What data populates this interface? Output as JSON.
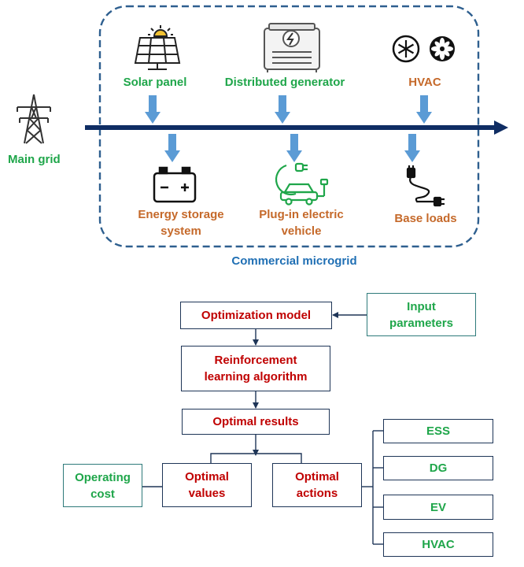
{
  "microgrid": {
    "title": "Commercial microgrid",
    "main_grid": "Main grid",
    "sources": {
      "solar": "Solar panel",
      "dg": "Distributed generator",
      "hvac": "HVAC"
    },
    "loads": {
      "ess": [
        "Energy storage",
        "system"
      ],
      "pev": [
        "Plug-in electric",
        "vehicle"
      ],
      "base": "Base loads"
    }
  },
  "flow": {
    "optimization_model": "Optimization model",
    "input_parameters": [
      "Input",
      "parameters"
    ],
    "rl_algorithm": [
      "Reinforcement",
      "learning algorithm"
    ],
    "optimal_results": "Optimal results",
    "optimal_values": [
      "Optimal",
      "values"
    ],
    "optimal_actions": [
      "Optimal",
      "actions"
    ],
    "operating_cost": [
      "Operating",
      "cost"
    ],
    "actions": [
      "ESS",
      "DG",
      "EV",
      "HVAC"
    ]
  },
  "colors": {
    "bus": "#0f2d63",
    "arrow": "#5b9bd5",
    "dashed_border": "#2e5f8f",
    "source_text": "#1fa64a",
    "load_text": "#c5692a",
    "box_text_red": "#c00000"
  }
}
